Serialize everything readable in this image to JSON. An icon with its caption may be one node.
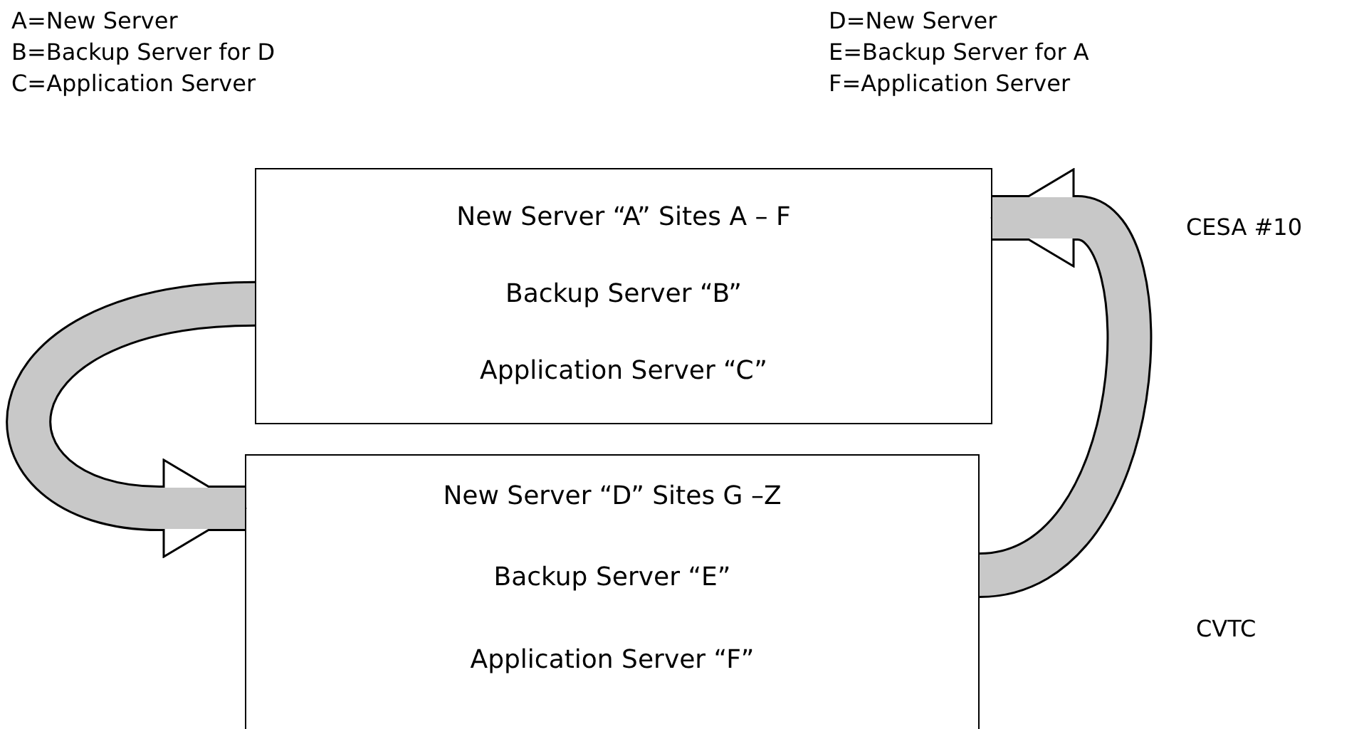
{
  "diagram": {
    "nodes": [
      {
        "text": [
          "New Server “A” Sites A – F",
          "Backup Server “B”",
          "Application Server “C”"
        ]
      },
      {
        "text": [
          "New Server “D” Sites G –Z",
          "Backup Server “E”",
          "Application Server “F”"
        ]
      }
    ],
    "edges": [
      {
        "from": 0,
        "to": 1,
        "arrow": "to"
      },
      {
        "from": 1,
        "to": 0,
        "arrow": "to"
      }
    ],
    "labels": [
      "A=New Server",
      "B=Backup Server for D",
      "C=Application Server",
      "D=New Server",
      "E=Backup Server for A",
      "F=Application Server",
      "CESA #10",
      "CVTC"
    ]
  }
}
